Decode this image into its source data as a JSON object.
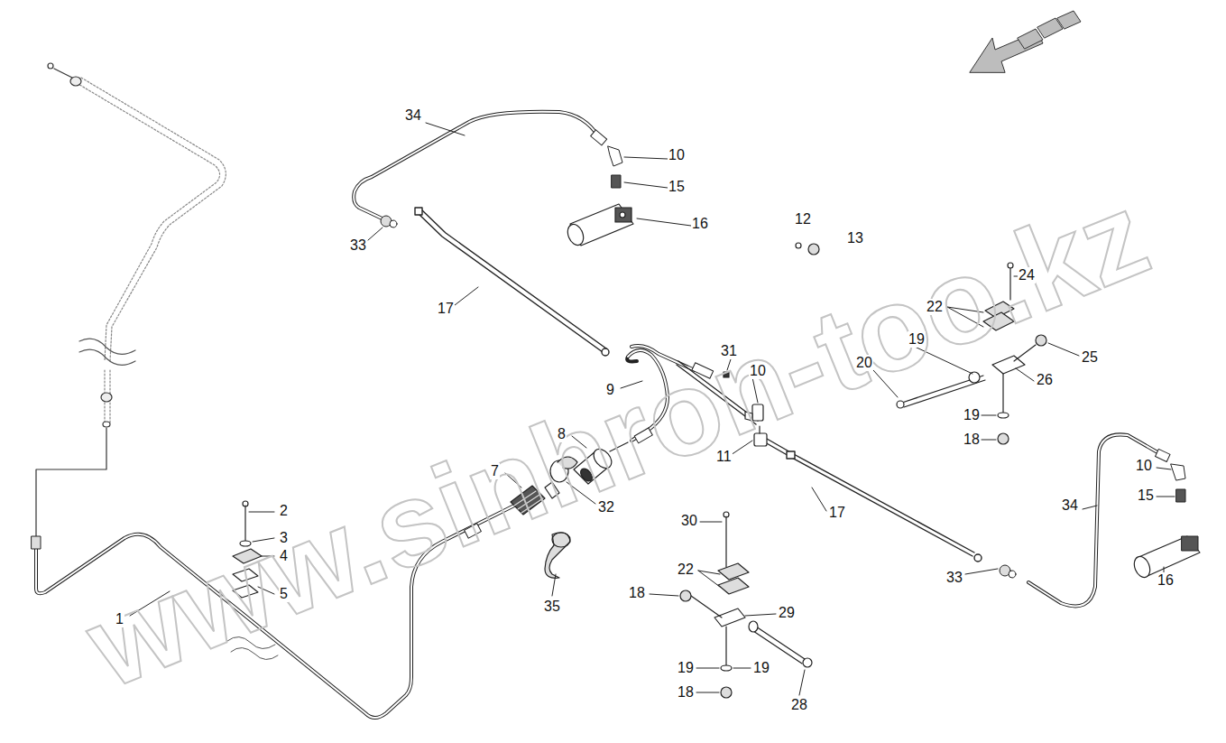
{
  "diagram": {
    "labels": [
      "34",
      "10",
      "15",
      "16",
      "33",
      "12",
      "13",
      "24",
      "17",
      "22",
      "31",
      "19",
      "25",
      "10",
      "20",
      "9",
      "26",
      "19",
      "18",
      "8",
      "11",
      "7",
      "32",
      "17",
      "10",
      "15",
      "34",
      "2",
      "3",
      "4",
      "30",
      "22",
      "5",
      "33",
      "16",
      "35",
      "18",
      "29",
      "1",
      "19",
      "19",
      "18",
      "28",
      "www.sinhron-too.kz"
    ]
  }
}
